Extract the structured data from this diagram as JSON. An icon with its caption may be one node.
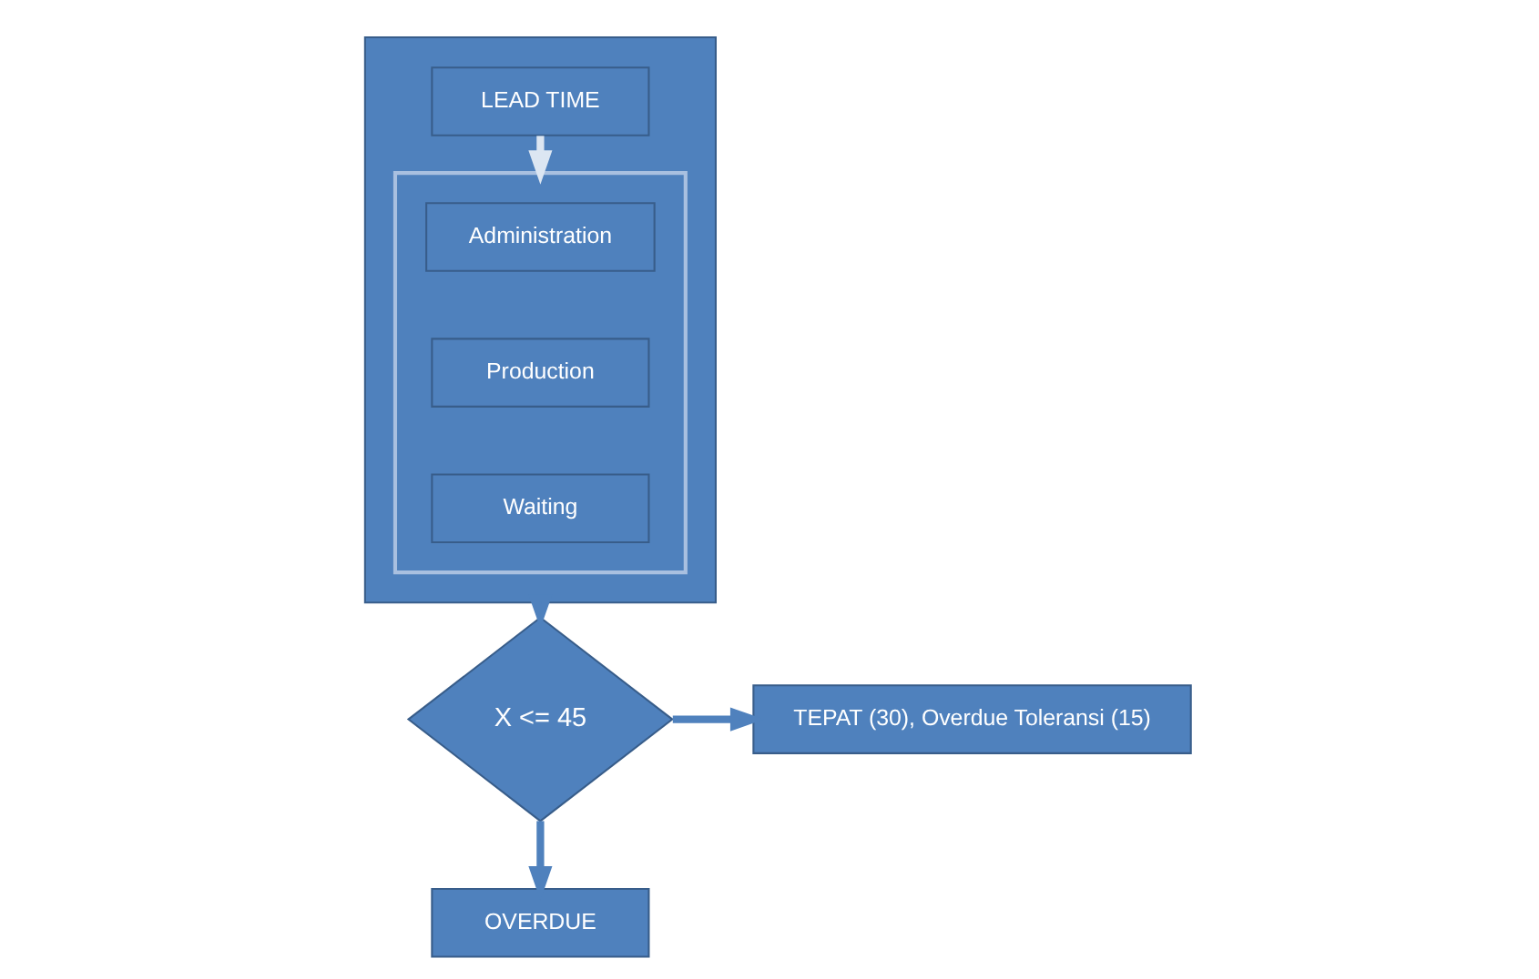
{
  "diagram": {
    "nodes": [
      {
        "text": [],
        "shape": "box"
      },
      {
        "text": [
          "LEAD TIME"
        ],
        "in": 0
      },
      {
        "text": [],
        "shape": "box",
        "in": 0
      },
      {
        "text": [
          "Administration"
        ],
        "in": 2
      },
      {
        "text": [
          "Production"
        ],
        "in": 2
      },
      {
        "text": [
          "Waiting"
        ],
        "in": 2
      },
      {
        "text": [
          "X <= 45"
        ]
      },
      {
        "text": [
          "TEPAT (30), Overdue Toleransi (15)"
        ]
      },
      {
        "text": [
          "OVERDUE"
        ]
      }
    ],
    "edges": [
      {
        "from": 1,
        "to": 2,
        "arrow": "to",
        "color": "#dce6f2"
      },
      {
        "from": 0,
        "to": 6,
        "arrow": "to"
      },
      {
        "from": 6,
        "to": 7,
        "arrow": "to"
      },
      {
        "from": 6,
        "to": 8,
        "arrow": "to"
      }
    ]
  }
}
